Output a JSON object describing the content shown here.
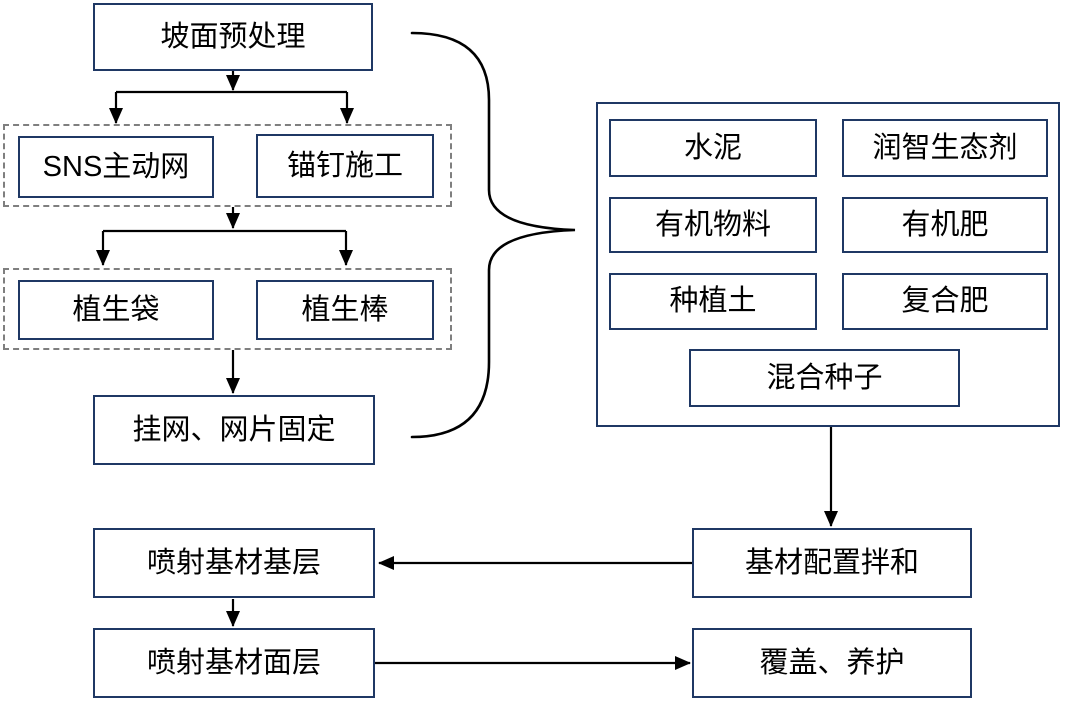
{
  "diagram": {
    "type": "flowchart",
    "language": "zh-CN",
    "nodes": {
      "slope_pretreatment": {
        "label": "坡面预处理"
      },
      "sns_net": {
        "label": "SNS主动网"
      },
      "anchor_construction": {
        "label": "锚钉施工"
      },
      "vegetation_bag": {
        "label": "植生袋"
      },
      "vegetation_rod": {
        "label": "植生棒"
      },
      "net_fixing": {
        "label": "挂网、网片固定"
      },
      "cement": {
        "label": "水泥"
      },
      "runzhi_eco_agent": {
        "label": "润智生态剂"
      },
      "organic_material": {
        "label": "有机物料"
      },
      "organic_fertilizer": {
        "label": "有机肥"
      },
      "planting_soil": {
        "label": "种植土"
      },
      "compound_fertilizer": {
        "label": "复合肥"
      },
      "mixed_seeds": {
        "label": "混合种子"
      },
      "substrate_mixing": {
        "label": "基材配置拌和"
      },
      "spray_base_layer": {
        "label": "喷射基材基层"
      },
      "spray_surface_layer": {
        "label": "喷射基材面层"
      },
      "cover_maintenance": {
        "label": "覆盖、养护"
      }
    },
    "groups": {
      "stage1": {
        "members": [
          "sns_net",
          "anchor_construction"
        ],
        "style": "dashed"
      },
      "stage2": {
        "members": [
          "vegetation_bag",
          "vegetation_rod"
        ],
        "style": "dashed"
      },
      "materials": {
        "members": [
          "cement",
          "runzhi_eco_agent",
          "organic_material",
          "organic_fertilizer",
          "planting_soil",
          "compound_fertilizer",
          "mixed_seeds"
        ],
        "style": "solid"
      }
    },
    "edges": [
      {
        "from": "slope_pretreatment",
        "to": [
          "sns_net",
          "anchor_construction"
        ]
      },
      {
        "from": "stage1",
        "to": [
          "vegetation_bag",
          "vegetation_rod"
        ]
      },
      {
        "from": "stage2",
        "to": "net_fixing"
      },
      {
        "from": "left-flow-brace",
        "to": "materials"
      },
      {
        "from": "materials",
        "to": "substrate_mixing"
      },
      {
        "from": "substrate_mixing",
        "to": "spray_base_layer"
      },
      {
        "from": "spray_base_layer",
        "to": "spray_surface_layer"
      },
      {
        "from": "spray_surface_layer",
        "to": "cover_maintenance"
      }
    ],
    "colors": {
      "box_border": "#1f3864",
      "dashed_border": "#7f7f7f",
      "line": "#000000",
      "text": "#000000",
      "background": "#ffffff"
    }
  }
}
